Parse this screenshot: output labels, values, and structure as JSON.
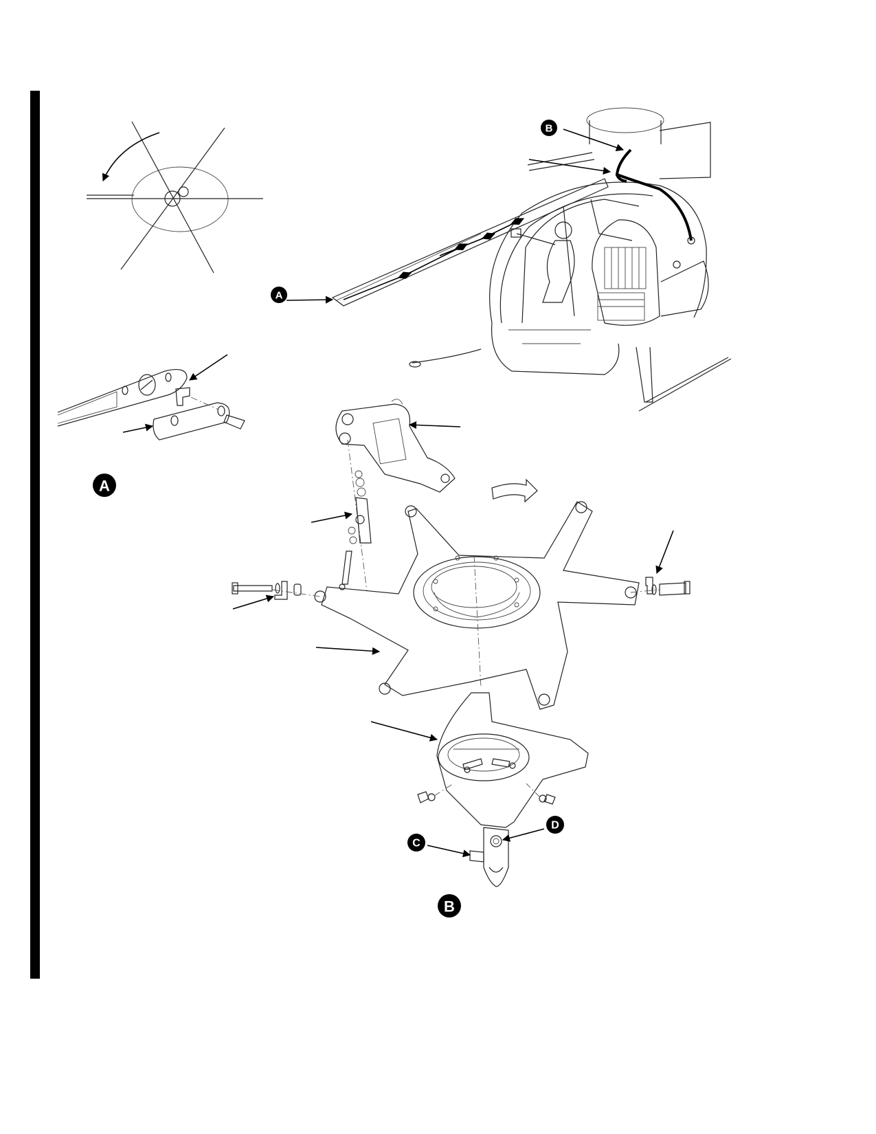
{
  "callouts": {
    "A_detail": "A",
    "A_main": "A",
    "B_detail": "B",
    "B_main": "B",
    "C": "C",
    "D": "D"
  },
  "colors": {
    "line": "#222222",
    "callout_fill": "#000000",
    "callout_text": "#ffffff"
  }
}
